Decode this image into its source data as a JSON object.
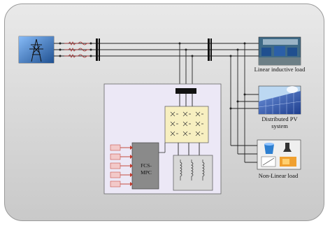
{
  "labels": {
    "linear_load": "Linear inductive load",
    "pv": "Distributed PV system",
    "nonlinear_load": "Non-Linear load",
    "controller": "FCS-MPC"
  },
  "colors": {
    "frame_bg": "#d6d6d6",
    "panel_bg": "#ece8f6",
    "bridge_bg": "#f7efc0",
    "filter_bg": "#d8d8d8",
    "controller_bg": "#8a8a8a",
    "arrow_red": "#c0392b"
  },
  "icons": [
    "grid-tower-icon",
    "motor-load-icon",
    "solar-panel-icon",
    "nonlinear-load-icon"
  ]
}
